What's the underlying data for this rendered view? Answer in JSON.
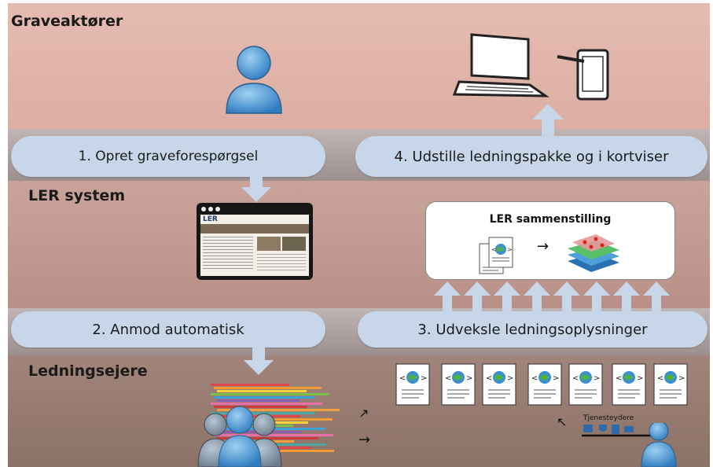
{
  "lanes": {
    "top_title": "Graveaktører",
    "mid_title": "LER system",
    "bottom_title": "Ledningsejere"
  },
  "steps": {
    "step1": "1. Opret graveforespørgsel",
    "step2": "2. Anmod automatisk",
    "step3": "3. Udveksle ledningsoplysninger",
    "step4": "4. Udstille ledningspakke og i kortviser"
  },
  "ler_box_title": "LER sammenstilling",
  "ler_logo_text": "LER",
  "service_provider_label": "Tjenesteydere",
  "colors": {
    "pill": "#c7d6e8",
    "arrow": "#c7d6e8",
    "person": "#4f97d1"
  }
}
